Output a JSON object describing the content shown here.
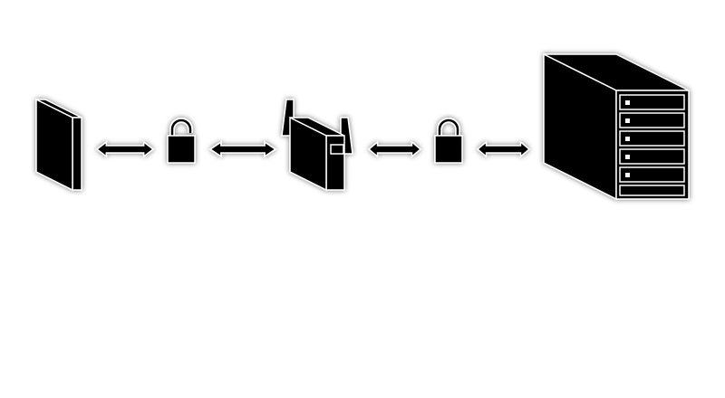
{
  "diagram": {
    "nodes": [
      {
        "id": "client-device",
        "icon": "client-device-icon"
      },
      {
        "id": "lock-left",
        "icon": "padlock-icon"
      },
      {
        "id": "router",
        "icon": "wireless-router-icon"
      },
      {
        "id": "lock-right",
        "icon": "padlock-icon"
      },
      {
        "id": "server",
        "icon": "server-tower-icon"
      }
    ],
    "connections": [
      {
        "from": "client-device",
        "to": "lock-left",
        "type": "bidirectional"
      },
      {
        "from": "lock-left",
        "to": "router",
        "type": "bidirectional"
      },
      {
        "from": "router",
        "to": "lock-right",
        "type": "bidirectional"
      },
      {
        "from": "lock-right",
        "to": "server",
        "type": "bidirectional"
      }
    ],
    "colors": {
      "fill": "#000000",
      "stroke": "#ffffff",
      "background": "#ffffff"
    }
  }
}
